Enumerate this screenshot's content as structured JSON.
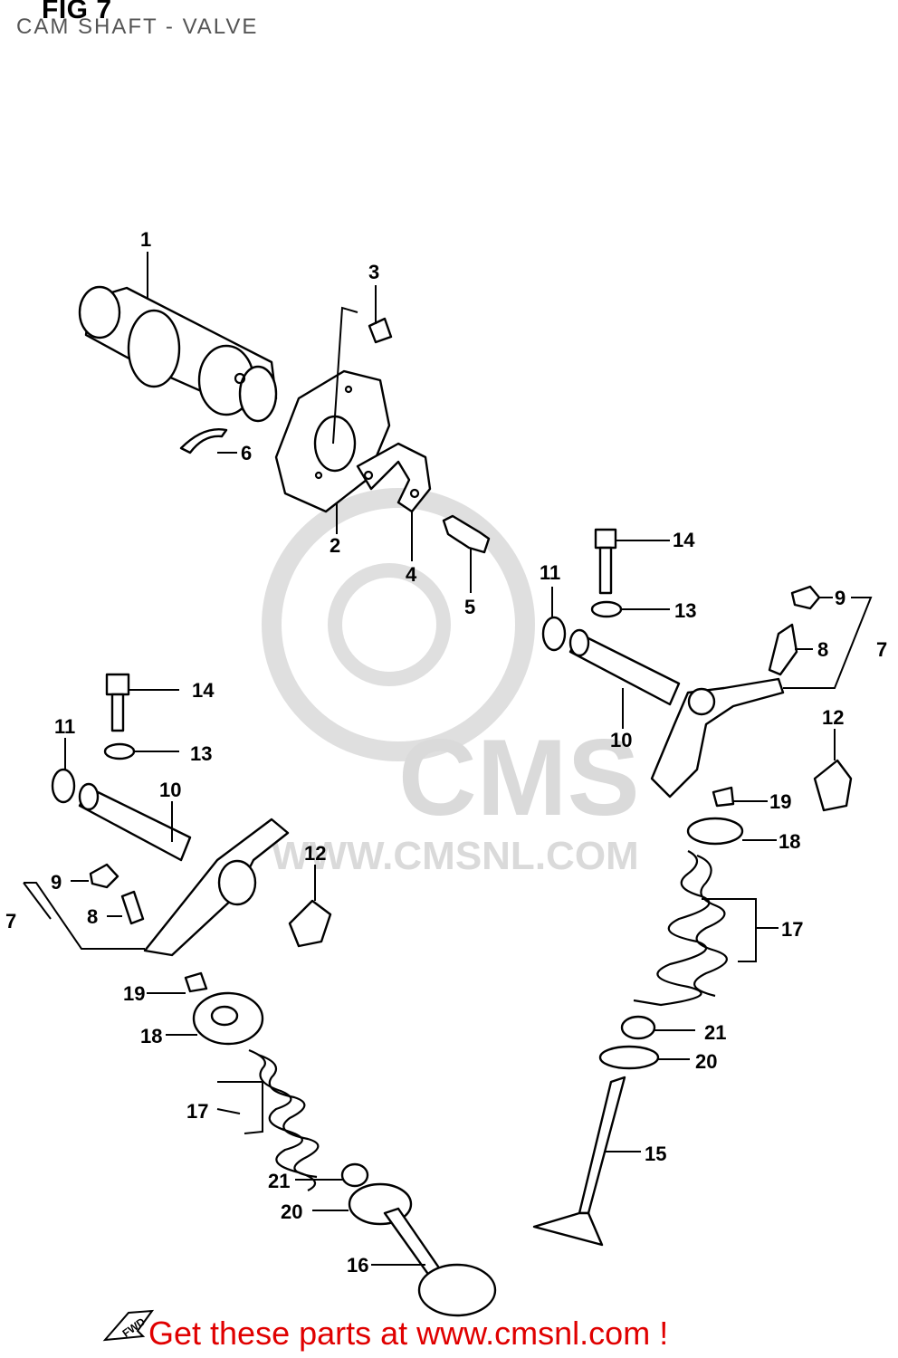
{
  "figure": {
    "title": "FIG 7",
    "subtitle": "CAM SHAFT - VALVE"
  },
  "watermark": {
    "logo_text": "CMS",
    "url_text": "WWW.CMSNL.COM"
  },
  "callouts": {
    "c1": "1",
    "c2": "2",
    "c3": "3",
    "c4": "4",
    "c5": "5",
    "c6": "6",
    "c14r": "14",
    "c13r": "13",
    "c11r": "11",
    "c9r": "9",
    "c8r": "8",
    "c7r": "7",
    "c10r": "10",
    "c12r": "12",
    "c19r": "19",
    "c18r": "18",
    "c17r": "17",
    "c21r": "21",
    "c20r": "20",
    "c15": "15",
    "c14l": "14",
    "c13l": "13",
    "c11l": "11",
    "c10l": "10",
    "c9l": "9",
    "c7l": "7",
    "c8l": "8",
    "c12l": "12",
    "c19l": "19",
    "c18l": "18",
    "c17l": "17",
    "c21l": "21",
    "c20l": "20",
    "c16": "16"
  },
  "banner": {
    "text": "Get these parts at www.cmsnl.com !",
    "color": "#e00000"
  },
  "fwd_icon": {
    "label": "FWD",
    "icon": "fwd-arrow-icon"
  }
}
